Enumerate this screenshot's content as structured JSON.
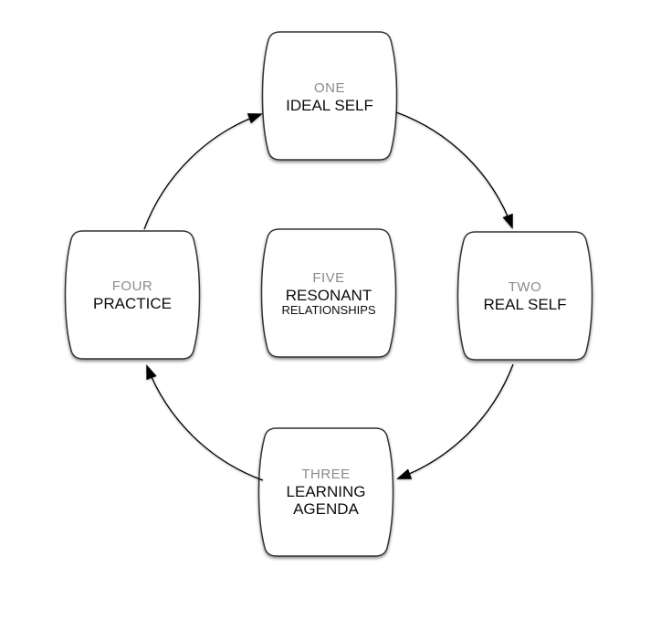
{
  "diagram": {
    "type": "cycle",
    "description": "Five-element cycle diagram with four outer nodes connected clockwise by curved arrows around one central node",
    "nodes": [
      {
        "id": "one",
        "number": "ONE",
        "label_lines": [
          "IDEAL SELF"
        ],
        "position": "top"
      },
      {
        "id": "two",
        "number": "TWO",
        "label_lines": [
          "REAL SELF"
        ],
        "position": "right"
      },
      {
        "id": "three",
        "number": "THREE",
        "label_lines": [
          "LEARNING",
          "AGENDA"
        ],
        "position": "bottom"
      },
      {
        "id": "four",
        "number": "FOUR",
        "label_lines": [
          "PRACTICE"
        ],
        "position": "left"
      },
      {
        "id": "five",
        "number": "FIVE",
        "label_lines": [
          "RESONANT",
          "RELATIONSHIPS"
        ],
        "position": "center"
      }
    ],
    "edges": [
      {
        "from": "ONE",
        "to": "TWO",
        "direction": "clockwise"
      },
      {
        "from": "TWO",
        "to": "THREE",
        "direction": "clockwise"
      },
      {
        "from": "THREE",
        "to": "FOUR",
        "direction": "clockwise"
      },
      {
        "from": "FOUR",
        "to": "ONE",
        "direction": "clockwise"
      }
    ],
    "colors": {
      "background": "#ffffff",
      "box_fill": "#ffffff",
      "box_stroke": "#333333",
      "number_text": "#8b8b8b",
      "label_text": "#0c0c0c",
      "arrow": "#000000"
    }
  }
}
